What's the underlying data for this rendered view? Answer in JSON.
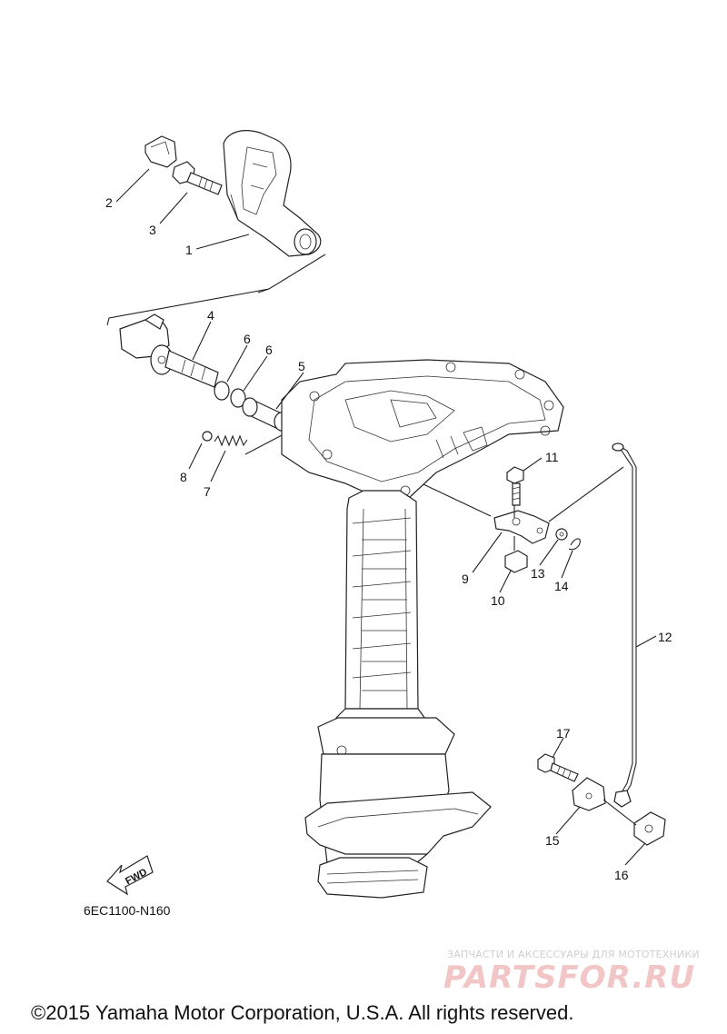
{
  "callouts": {
    "c1": "1",
    "c2": "2",
    "c3": "3",
    "c4": "4",
    "c5": "5",
    "c6a": "6",
    "c6b": "6",
    "c7": "7",
    "c8": "8",
    "c9": "9",
    "c10": "10",
    "c11": "11",
    "c12": "12",
    "c13": "13",
    "c14": "14",
    "c15": "15",
    "c16": "16",
    "c17": "17"
  },
  "fwd_label": "FWD",
  "diagram_code": "6EC1100-N160",
  "watermark": {
    "tagline": "ЗАПЧАСТИ И АКСЕССУАРЫ ДЛЯ МОТОТЕХНИКИ",
    "logo": "PARTSFOR.RU"
  },
  "copyright": "©2015 Yamaha Motor Corporation, U.S.A. All rights reserved."
}
